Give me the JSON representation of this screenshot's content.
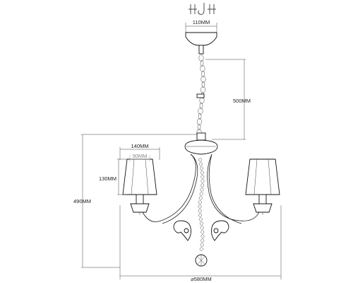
{
  "dimensions": {
    "canopy_width": "110MM",
    "chain_length": "500MM",
    "shade_top_width": "140MM",
    "shade_bottom_inner_width": "90MM",
    "shade_height": "130MM",
    "total_height": "490MM",
    "total_diameter": "⌀580MM"
  },
  "mounting_icons": [
    "screw-icon",
    "screw-icon",
    "hook-icon",
    "screw-icon",
    "screw-icon"
  ]
}
